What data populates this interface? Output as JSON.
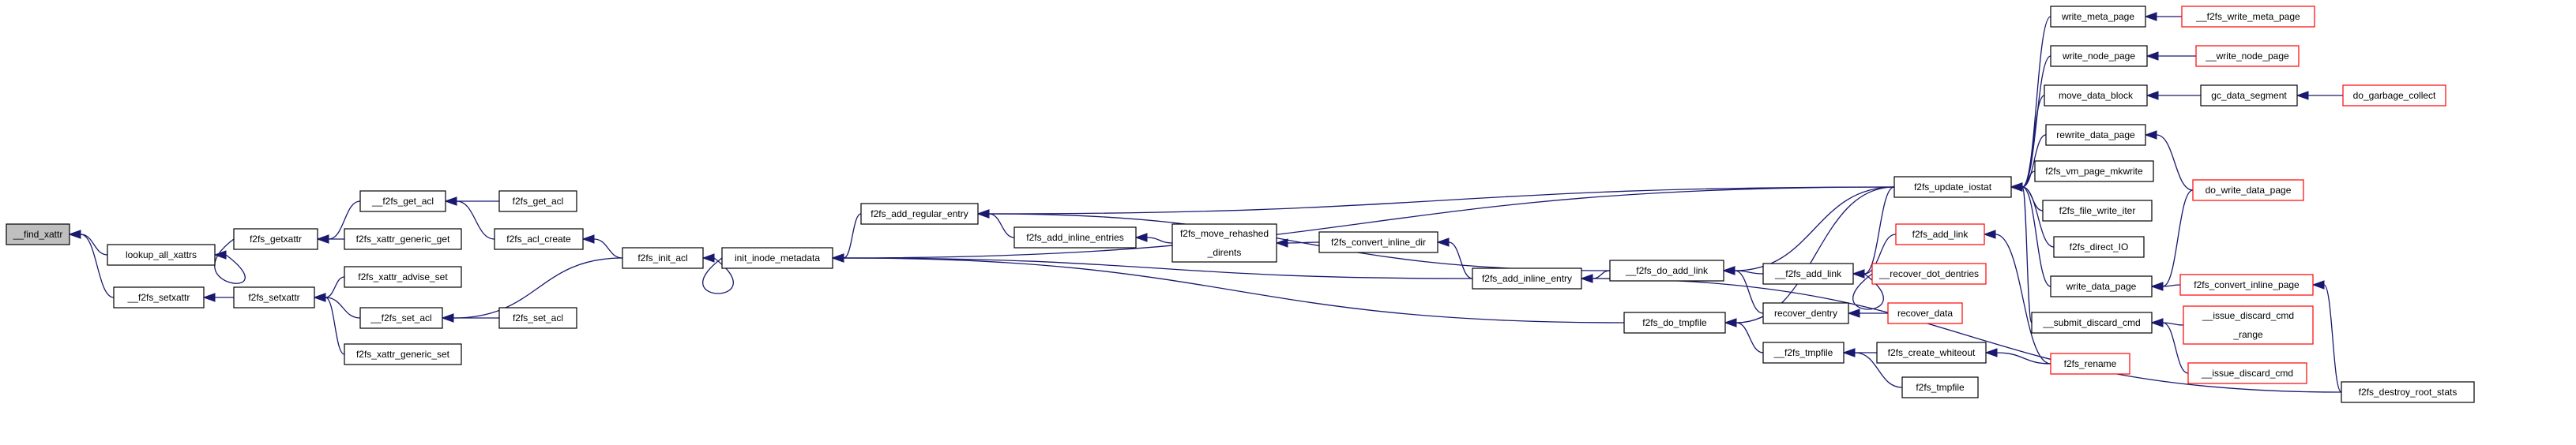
{
  "graph": {
    "root": "__find_xattr",
    "colors": {
      "edge": "#191970",
      "node_border": "#000000",
      "truncated_border": "#ff0000",
      "root_fill": "#bfbfbf"
    },
    "nodes": [
      {
        "id": "n0",
        "lines": [
          "__find_xattr"
        ],
        "root": true
      },
      {
        "id": "n1",
        "lines": [
          "lookup_all_xattrs"
        ]
      },
      {
        "id": "n2",
        "lines": [
          "__f2fs_setxattr"
        ]
      },
      {
        "id": "n3",
        "lines": [
          "f2fs_getxattr"
        ]
      },
      {
        "id": "n4",
        "lines": [
          "f2fs_setxattr"
        ]
      },
      {
        "id": "n5",
        "lines": [
          "__f2fs_get_acl"
        ]
      },
      {
        "id": "n6",
        "lines": [
          "f2fs_xattr_generic_get"
        ]
      },
      {
        "id": "n7",
        "lines": [
          "f2fs_xattr_advise_set"
        ]
      },
      {
        "id": "n8",
        "lines": [
          "__f2fs_set_acl"
        ]
      },
      {
        "id": "n9",
        "lines": [
          "f2fs_xattr_generic_set"
        ]
      },
      {
        "id": "n10",
        "lines": [
          "f2fs_get_acl"
        ]
      },
      {
        "id": "n11",
        "lines": [
          "f2fs_acl_create"
        ]
      },
      {
        "id": "n12",
        "lines": [
          "f2fs_set_acl"
        ]
      },
      {
        "id": "n13",
        "lines": [
          "f2fs_init_acl"
        ]
      },
      {
        "id": "n14",
        "lines": [
          "init_inode_metadata"
        ]
      },
      {
        "id": "n15",
        "lines": [
          "f2fs_add_regular_entry"
        ]
      },
      {
        "id": "n16",
        "lines": [
          "f2fs_add_inline_entries"
        ]
      },
      {
        "id": "n17",
        "lines": [
          "f2fs_move_rehashed",
          "_dirents"
        ]
      },
      {
        "id": "n18",
        "lines": [
          "f2fs_convert_inline_dir"
        ]
      },
      {
        "id": "n19",
        "lines": [
          "f2fs_add_inline_entry"
        ]
      },
      {
        "id": "n20",
        "lines": [
          "f2fs_do_tmpfile"
        ]
      },
      {
        "id": "n21",
        "lines": [
          "__f2fs_do_add_link"
        ]
      },
      {
        "id": "n22",
        "lines": [
          "__f2fs_add_link"
        ]
      },
      {
        "id": "n23",
        "lines": [
          "recover_dentry"
        ]
      },
      {
        "id": "n24",
        "lines": [
          "__f2fs_tmpfile"
        ]
      },
      {
        "id": "n25",
        "lines": [
          "f2fs_update_iostat"
        ]
      },
      {
        "id": "n26",
        "lines": [
          "f2fs_add_link"
        ],
        "truncated": true
      },
      {
        "id": "n27",
        "lines": [
          "__recover_dot_dentries"
        ],
        "truncated": true
      },
      {
        "id": "n28",
        "lines": [
          "recover_data"
        ],
        "truncated": true
      },
      {
        "id": "n29",
        "lines": [
          "f2fs_create_whiteout"
        ]
      },
      {
        "id": "n30",
        "lines": [
          "f2fs_tmpfile"
        ]
      },
      {
        "id": "n31",
        "lines": [
          "f2fs_rename"
        ],
        "truncated": true
      },
      {
        "id": "n32",
        "lines": [
          "write_meta_page"
        ]
      },
      {
        "id": "n33",
        "lines": [
          "write_node_page"
        ]
      },
      {
        "id": "n34",
        "lines": [
          "move_data_block"
        ]
      },
      {
        "id": "n35",
        "lines": [
          "rewrite_data_page"
        ]
      },
      {
        "id": "n36",
        "lines": [
          "f2fs_vm_page_mkwrite"
        ]
      },
      {
        "id": "n37",
        "lines": [
          "f2fs_file_write_iter"
        ]
      },
      {
        "id": "n38",
        "lines": [
          "f2fs_direct_IO"
        ]
      },
      {
        "id": "n39",
        "lines": [
          "write_data_page"
        ]
      },
      {
        "id": "n40",
        "lines": [
          "__submit_discard_cmd"
        ]
      },
      {
        "id": "n41",
        "lines": [
          "__f2fs_write_meta_page"
        ],
        "truncated": true
      },
      {
        "id": "n42",
        "lines": [
          "__write_node_page"
        ],
        "truncated": true
      },
      {
        "id": "n43",
        "lines": [
          "gc_data_segment"
        ]
      },
      {
        "id": "n44",
        "lines": [
          "do_garbage_collect"
        ],
        "truncated": true
      },
      {
        "id": "n45",
        "lines": [
          "do_write_data_page"
        ],
        "truncated": true
      },
      {
        "id": "n46",
        "lines": [
          "f2fs_convert_inline_page"
        ],
        "truncated": true
      },
      {
        "id": "n47",
        "lines": [
          "__issue_discard_cmd",
          "_range"
        ],
        "truncated": true
      },
      {
        "id": "n48",
        "lines": [
          "__issue_discard_cmd"
        ],
        "truncated": true
      },
      {
        "id": "n49",
        "lines": [
          "f2fs_destroy_root_stats"
        ]
      }
    ]
  }
}
